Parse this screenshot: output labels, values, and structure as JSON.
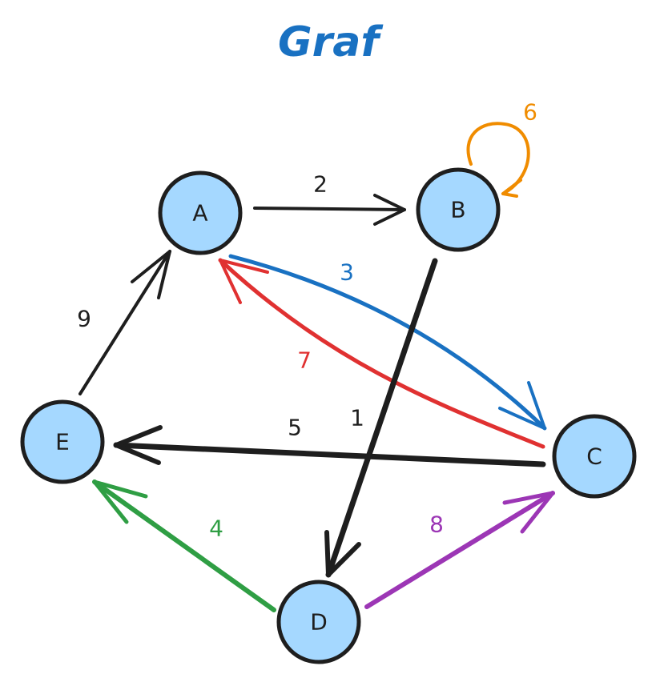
{
  "title": "Graf",
  "colors": {
    "node_fill": "#a5d8ff",
    "node_stroke": "#1e1e1e",
    "title": "#1971c2"
  },
  "nodes": [
    {
      "id": "A",
      "label": "A"
    },
    {
      "id": "B",
      "label": "B"
    },
    {
      "id": "C",
      "label": "C"
    },
    {
      "id": "D",
      "label": "D"
    },
    {
      "id": "E",
      "label": "E"
    }
  ],
  "edges": [
    {
      "from": "A",
      "to": "B",
      "weight": "2",
      "color": "#1e1e1e"
    },
    {
      "from": "B",
      "to": "B",
      "weight": "6",
      "color": "#f08c00"
    },
    {
      "from": "A",
      "to": "C",
      "weight": "3",
      "color": "#1971c2"
    },
    {
      "from": "C",
      "to": "A",
      "weight": "7",
      "color": "#e03131"
    },
    {
      "from": "B",
      "to": "D",
      "weight": "1",
      "color": "#1e1e1e"
    },
    {
      "from": "C",
      "to": "E",
      "weight": "5",
      "color": "#1e1e1e"
    },
    {
      "from": "E",
      "to": "A",
      "weight": "9",
      "color": "#1e1e1e"
    },
    {
      "from": "D",
      "to": "E",
      "weight": "4",
      "color": "#2f9e44"
    },
    {
      "from": "D",
      "to": "C",
      "weight": "8",
      "color": "#9c36b5"
    }
  ]
}
